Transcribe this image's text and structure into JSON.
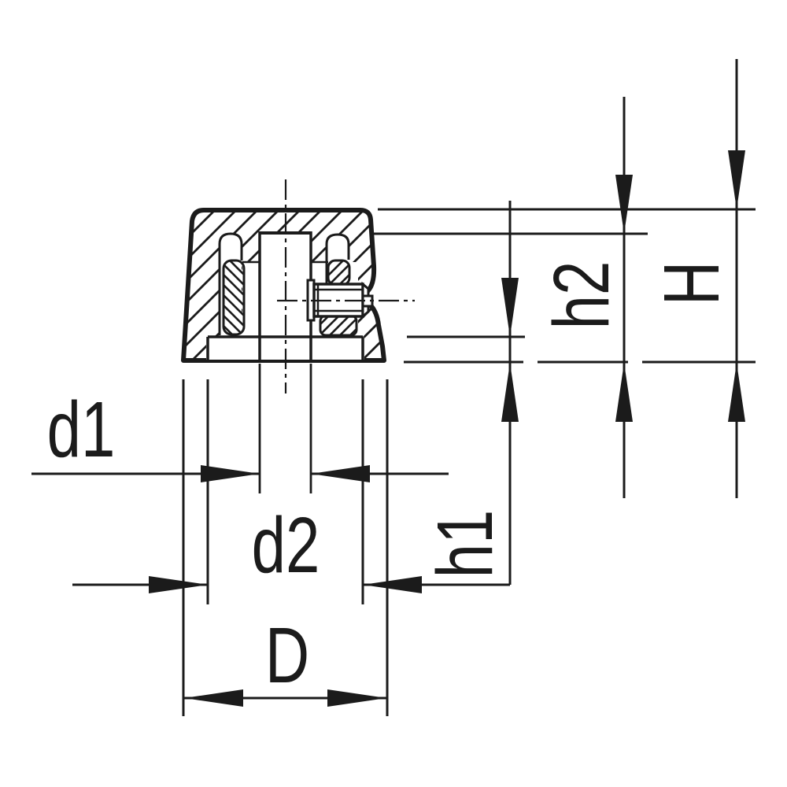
{
  "drawing": {
    "kind": "technical-drawing",
    "subject": "control-knob-cross-section",
    "line_color": "#1b1b1b",
    "background_color": "#ffffff"
  },
  "labels": {
    "d1": "d1",
    "d2": "d2",
    "D": "D",
    "h1": "h1",
    "h2": "h2",
    "H": "H"
  }
}
